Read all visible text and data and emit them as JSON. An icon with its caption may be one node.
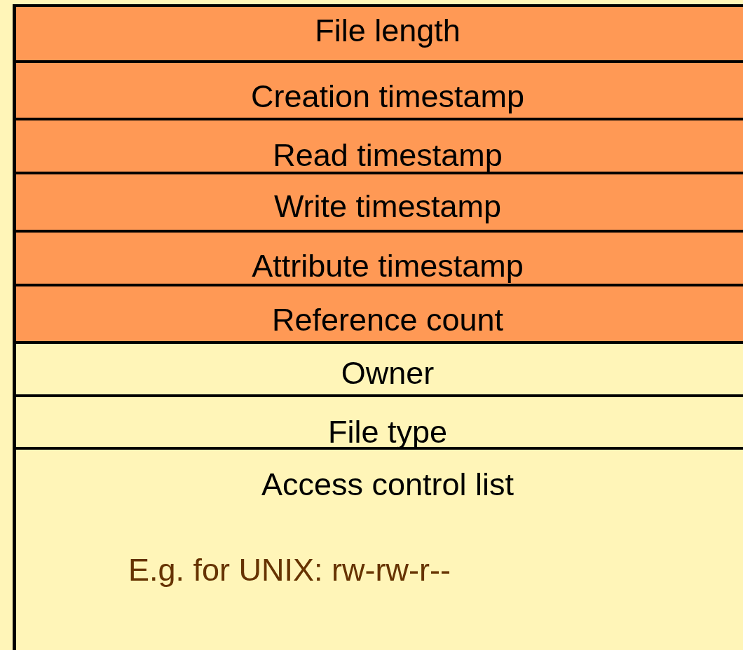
{
  "diagram": {
    "nodes": [
      {
        "text": [
          "File length"
        ]
      },
      {
        "text": [
          "Creation timestamp"
        ]
      },
      {
        "text": [
          "Read timestamp"
        ]
      },
      {
        "text": [
          "Write timestamp"
        ]
      },
      {
        "text": [
          "Attribute timestamp"
        ]
      },
      {
        "text": [
          "Reference count"
        ]
      },
      {
        "text": [
          "Owner"
        ]
      },
      {
        "text": [
          "File type"
        ]
      },
      {
        "text": [
          "Access control list",
          "E.g. for UNIX: rw-rw-r--"
        ]
      }
    ]
  }
}
